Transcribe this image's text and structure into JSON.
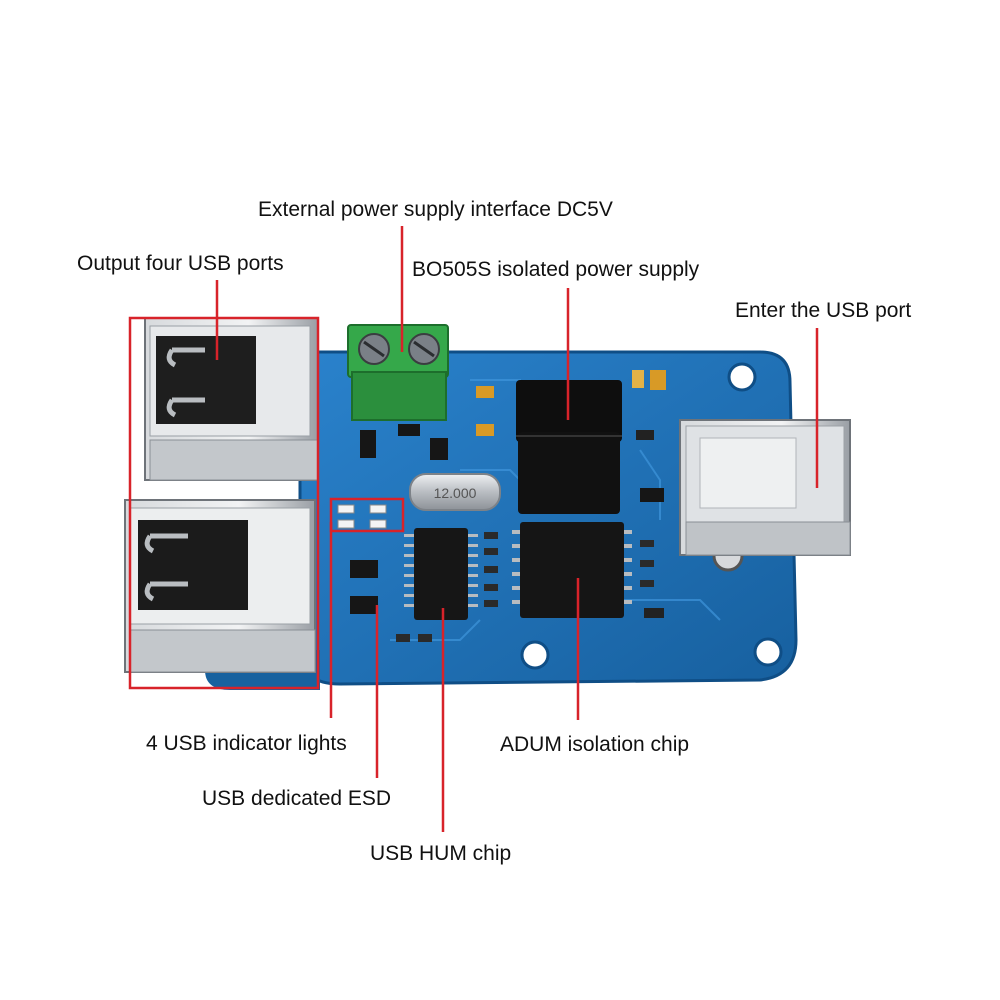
{
  "labels": {
    "external_power": "External power supply interface DC5V",
    "output_usb": "Output four USB ports",
    "isolated_power": "BO505S isolated power supply",
    "enter_usb": "Enter the USB port",
    "indicator_lights": "4 USB indicator lights",
    "esd": "USB dedicated ESD",
    "hum_chip": "USB HUM chip",
    "adum_chip": "ADUM isolation chip"
  },
  "board_markings": {
    "crystal": "12.000"
  },
  "colors": {
    "pcb": "#1d6fb8",
    "pcb_dark": "#135393",
    "callout_line": "#d8232a",
    "terminal_block": "#2ea043",
    "chip": "#141414",
    "metal": "#c9ccd0"
  }
}
